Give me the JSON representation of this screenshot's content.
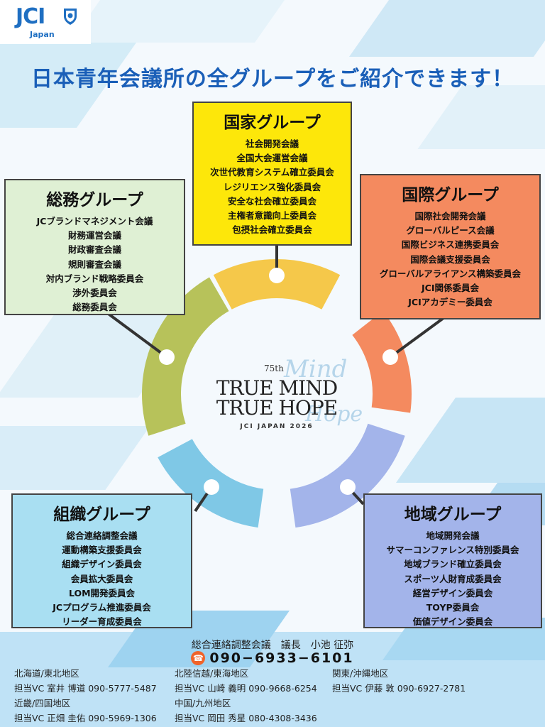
{
  "brand": {
    "name": "JCI",
    "sub": "Japan"
  },
  "headline": "日本青年会議所の全グループをご紹介できます！",
  "center": {
    "anniversary": "75th",
    "line1": "TRUE MIND",
    "line2": "TRUE HOPE",
    "org": "JCI JAPAN 2026",
    "script1": "Mind",
    "script2": "Hope"
  },
  "groups": {
    "kokka": {
      "title": "国家グループ",
      "color": "#fde70a",
      "items": [
        "社会開発会議",
        "全国大会運営会議",
        "次世代教育システム確立委員会",
        "レジリエンス強化委員会",
        "安全な社会確立委員会",
        "主権者意識向上委員会",
        "包摂社会確立委員会"
      ]
    },
    "somu": {
      "title": "総務グループ",
      "color": "#dff0d4",
      "items": [
        "JCブランドマネジメント会議",
        "財務運営会議",
        "財政審査会議",
        "規則審査会議",
        "対内ブランド戦略委員会",
        "渉外委員会",
        "総務委員会"
      ]
    },
    "kokusai": {
      "title": "国際グループ",
      "color": "#f48a5f",
      "items": [
        "国際社会開発会議",
        "グローバルピース会議",
        "国際ビジネス連携委員会",
        "国際会議支援委員会",
        "グローバルアライアンス構築委員会",
        "JCI関係委員会",
        "JCIアカデミー委員会"
      ]
    },
    "soshiki": {
      "title": "組織グループ",
      "color": "#a9dff2",
      "items": [
        "総合連絡調整会議",
        "運動構築支援委員会",
        "組織デザイン委員会",
        "会員拡大委員会",
        "LOM開発委員会",
        "JCプログラム推進委員会",
        "リーダー育成委員会"
      ]
    },
    "chiiki": {
      "title": "地域グループ",
      "color": "#a3b4ea",
      "items": [
        "地域開発会議",
        "サマーコンファレンス特別委員会",
        "地域ブランド確立委員会",
        "スポーツ人財育成委員会",
        "経営デザイン委員会",
        "TOYP委員会",
        "価値デザイン委員会"
      ]
    }
  },
  "ring_colors": [
    "#f5c84a",
    "#f48a5f",
    "#a3b4ea",
    "#7fc8e6",
    "#b7c25a"
  ],
  "footer": {
    "title": "総合連絡調整会議　議長　小池 征弥",
    "phone": "090−6933−6101",
    "regions": [
      {
        "area": "北海道/東北地区",
        "contact": "担当VC 室井 博道 090-5777-5487"
      },
      {
        "area": "近畿/四国地区",
        "contact": "担当VC 正畑 圭佑 090-5969-1306"
      },
      {
        "area": "北陸信越/東海地区",
        "contact": "担当VC 山崎 義明 090-9668-6254"
      },
      {
        "area": "中国/九州地区",
        "contact": "担当VC 岡田 秀星 080-4308-3436"
      },
      {
        "area": "関東/沖縄地区",
        "contact": "担当VC 伊藤 敦 090-6927-2781"
      }
    ]
  }
}
